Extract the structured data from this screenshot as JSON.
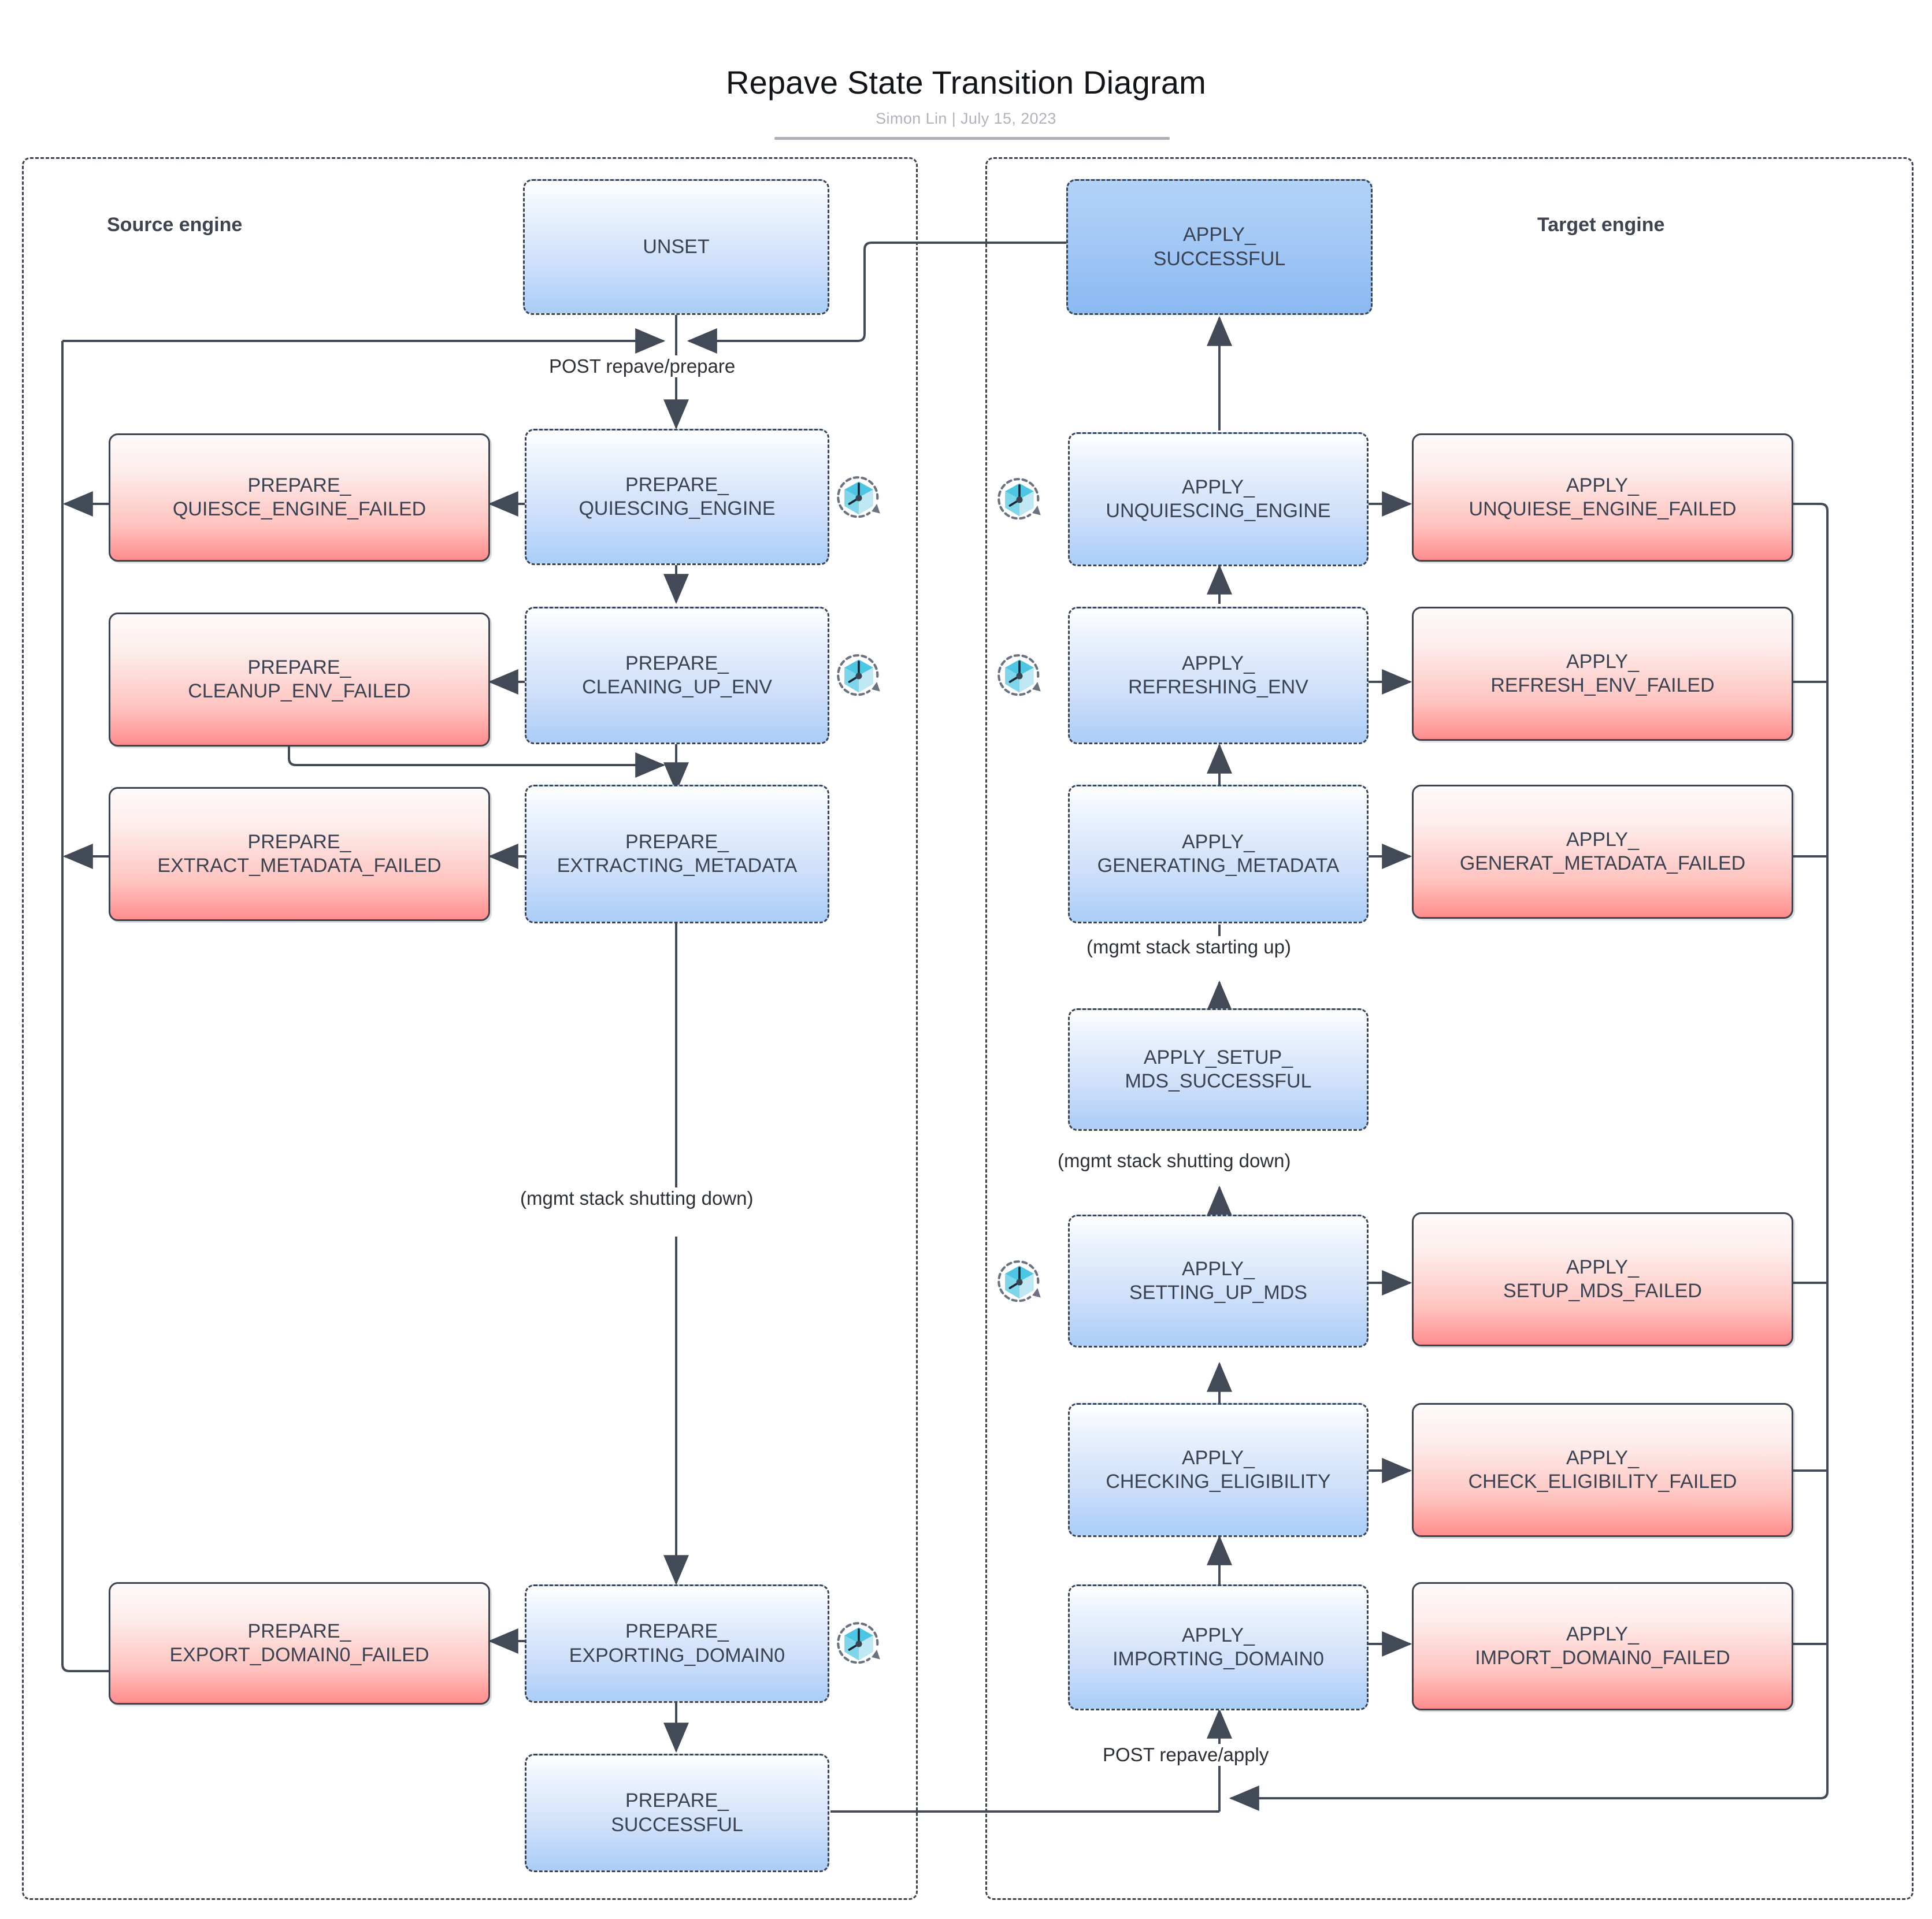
{
  "header": {
    "title": "Repave State Transition Diagram",
    "byline": "Simon Lin  |  July 15, 2023"
  },
  "lanes": {
    "source": {
      "title": "Source engine"
    },
    "target": {
      "title": "Target engine"
    }
  },
  "nodes": {
    "unset": "UNSET",
    "prepare_quiescing_engine": "PREPARE_\nQUIESCING_ENGINE",
    "prepare_quiesce_engine_failed": "PREPARE_\nQUIESCE_ENGINE_FAILED",
    "prepare_cleaning_up_env": "PREPARE_\nCLEANING_UP_ENV",
    "prepare_cleanup_env_failed": "PREPARE_\nCLEANUP_ENV_FAILED",
    "prepare_extracting_metadata": "PREPARE_\nEXTRACTING_METADATA",
    "prepare_extract_metadata_failed": "PREPARE_\nEXTRACT_METADATA_FAILED",
    "prepare_exporting_domain0": "PREPARE_\nEXPORTING_DOMAIN0",
    "prepare_export_domain0_failed": "PREPARE_\nEXPORT_DOMAIN0_FAILED",
    "prepare_successful": "PREPARE_\nSUCCESSFUL",
    "apply_successful": "APPLY_\nSUCCESSFUL",
    "apply_unquiescing_engine": "APPLY_\nUNQUIESCING_ENGINE",
    "apply_unquiese_engine_failed": "APPLY_\nUNQUIESE_ENGINE_FAILED",
    "apply_refreshing_env": "APPLY_\nREFRESHING_ENV",
    "apply_refresh_env_failed": "APPLY_\nREFRESH_ENV_FAILED",
    "apply_generating_metadata": "APPLY_\nGENERATING_METADATA",
    "apply_generat_metadata_failed": "APPLY_\nGENERAT_METADATA_FAILED",
    "apply_setup_mds_successful": "APPLY_SETUP_\nMDS_SUCCESSFUL",
    "apply_setting_up_mds": "APPLY_\nSETTING_UP_MDS",
    "apply_setup_mds_failed": "APPLY_\nSETUP_MDS_FAILED",
    "apply_checking_eligibility": "APPLY_\nCHECKING_ELIGIBILITY",
    "apply_check_eligibility_failed": "APPLY_\nCHECK_ELIGIBILITY_FAILED",
    "apply_importing_domain0": "APPLY_\nIMPORTING_DOMAIN0",
    "apply_import_domain0_failed": "APPLY_\nIMPORT_DOMAIN0_FAILED"
  },
  "edge_labels": {
    "post_repave_prepare": "POST repave/prepare",
    "mgmt_stack_shutting_down_left": "(mgmt stack shutting down)",
    "mgmt_stack_starting_up": "(mgmt stack starting up)",
    "mgmt_stack_shutting_down_right": "(mgmt stack shutting down)",
    "post_repave_apply": "POST repave/apply"
  },
  "icons": {
    "timer": "timer-cube-icon"
  },
  "colors": {
    "node_blue_top": "#ffffff",
    "node_blue_bottom": "#aacdf7",
    "node_blue_strong_bottom": "#8ab9f2",
    "node_red_top": "#fdfafa",
    "node_red_bottom": "#ff8d8d",
    "border": "#3d4450",
    "wire": "#434a57",
    "title": "#111418",
    "byline": "#aeb3bd",
    "icon_cube_light": "#7fd6ea",
    "icon_cube_mid": "#4cc6e2",
    "icon_cube_pale": "#bfe8f4",
    "icon_ring": "#6b7280"
  }
}
